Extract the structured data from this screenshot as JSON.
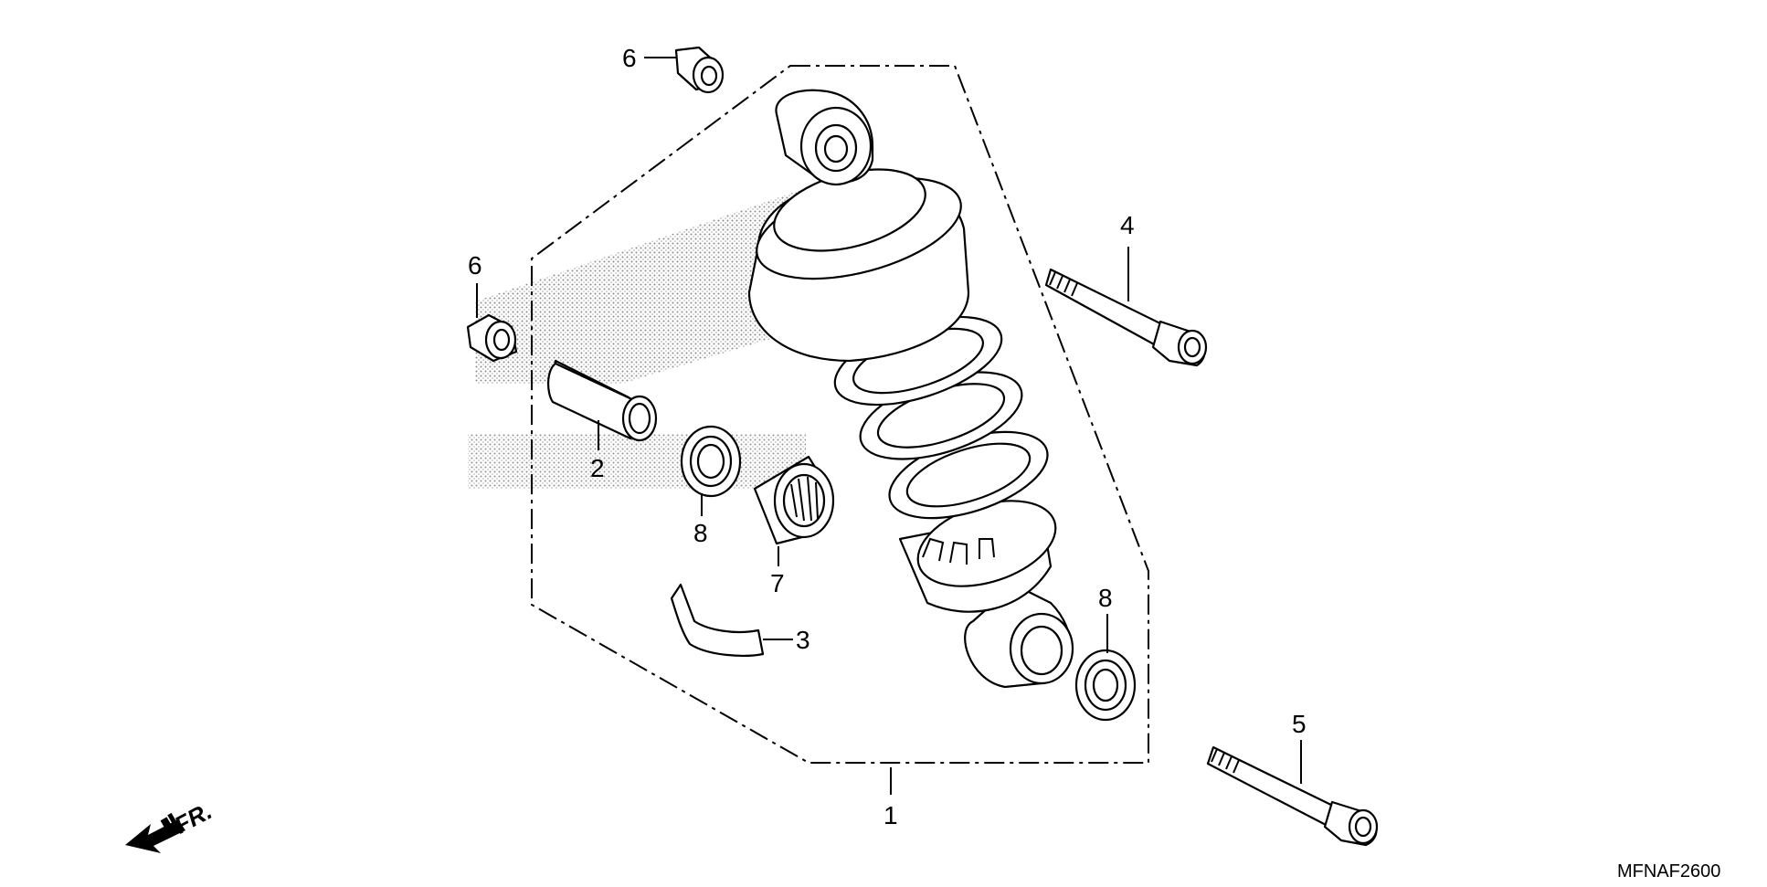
{
  "diagram": {
    "callouts": [
      {
        "id": "1",
        "label": "1"
      },
      {
        "id": "2",
        "label": "2"
      },
      {
        "id": "3",
        "label": "3"
      },
      {
        "id": "4",
        "label": "4"
      },
      {
        "id": "5",
        "label": "5"
      },
      {
        "id": "6a",
        "label": "6"
      },
      {
        "id": "6b",
        "label": "6"
      },
      {
        "id": "7",
        "label": "7"
      },
      {
        "id": "8a",
        "label": "8"
      },
      {
        "id": "8b",
        "label": "8"
      }
    ],
    "direction_label": "FR.",
    "diagram_code": "MFNAF2600"
  }
}
